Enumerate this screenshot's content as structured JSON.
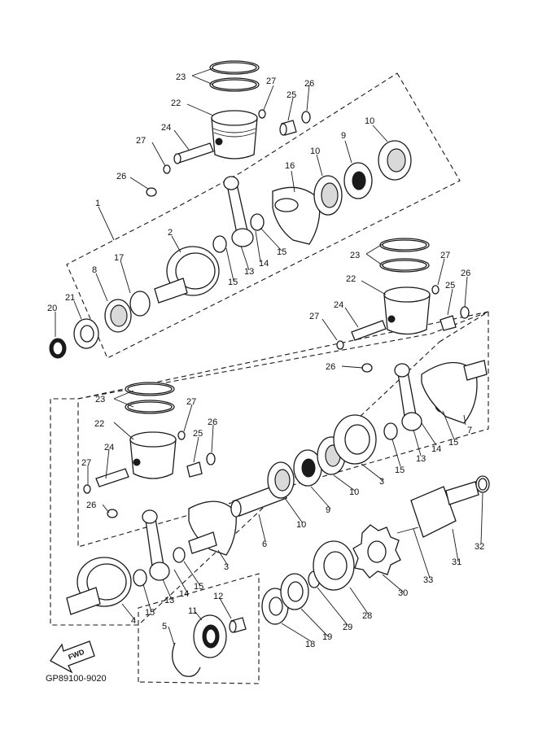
{
  "callouts": [
    "1",
    "2",
    "3",
    "4",
    "5",
    "6",
    "7",
    "8",
    "9",
    "10",
    "11",
    "12",
    "13",
    "14",
    "15",
    "16",
    "17",
    "18",
    "19",
    "20",
    "21",
    "22",
    "23",
    "24",
    "25",
    "26",
    "27",
    "28",
    "29",
    "30",
    "31",
    "32",
    "33"
  ],
  "direction_label": "FWD",
  "figure_code": "GP89100-9020"
}
